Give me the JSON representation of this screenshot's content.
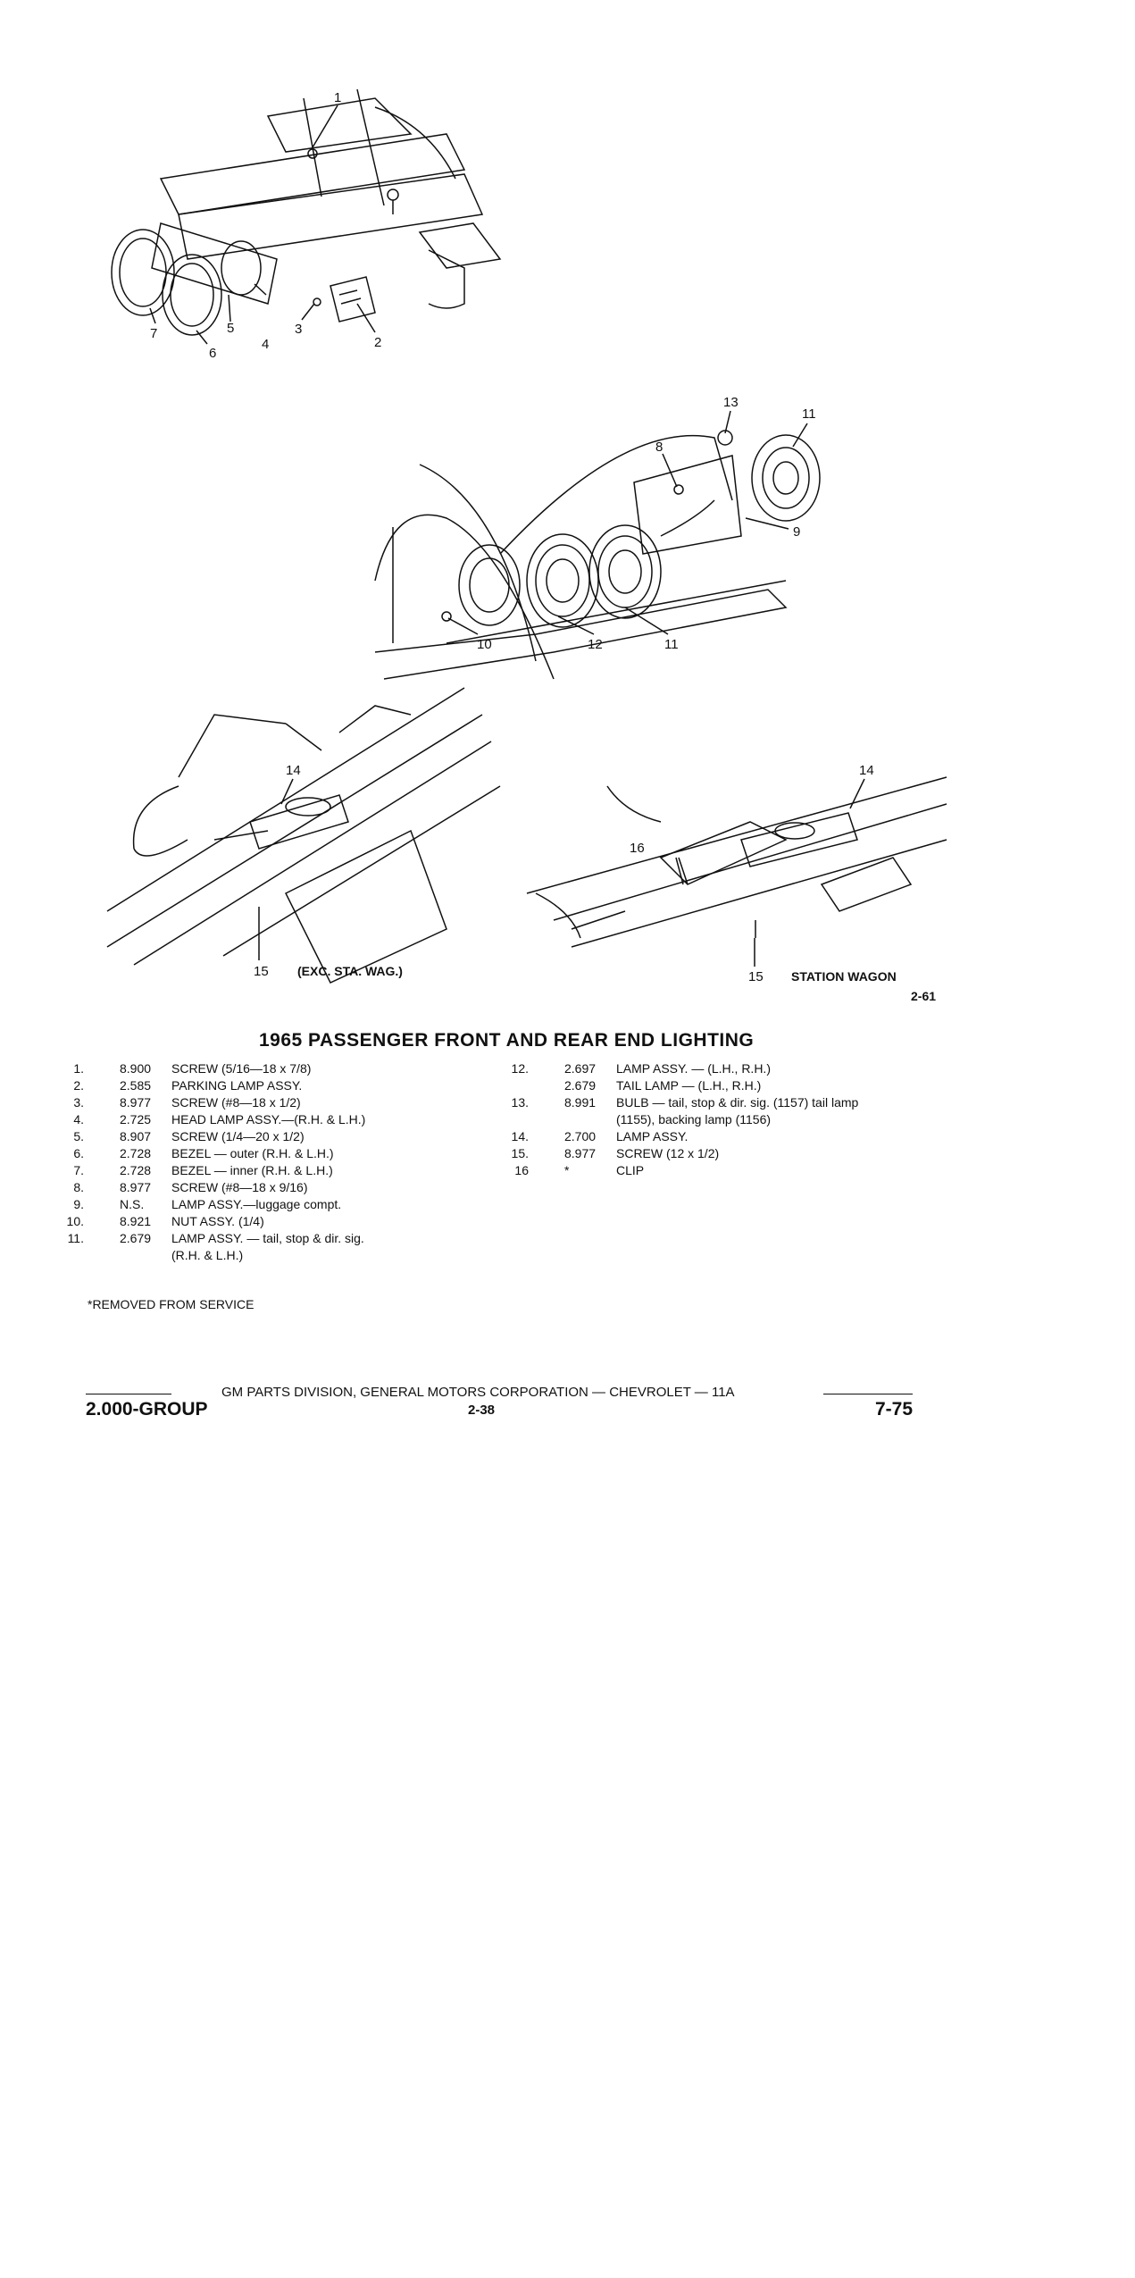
{
  "diagram": {
    "callouts_front": [
      "1",
      "2",
      "3",
      "4",
      "5",
      "6",
      "7"
    ],
    "callouts_rear": [
      "13",
      "11",
      "8",
      "9",
      "10",
      "12",
      "11"
    ],
    "callouts_lower": [
      "14",
      "15",
      "14",
      "16",
      "15"
    ],
    "caption_left": "(EXC. STA. WAG.)",
    "caption_right": "STATION WAGON",
    "figure_number": "2-61"
  },
  "title": "1965 PASSENGER FRONT AND REAR END LIGHTING",
  "parts_left": [
    {
      "no": "1.",
      "group": "8.900",
      "desc": "SCREW (5/16—18 x 7/8)"
    },
    {
      "no": "2.",
      "group": "2.585",
      "desc": "PARKING LAMP ASSY."
    },
    {
      "no": "3.",
      "group": "8.977",
      "desc": "SCREW (#8—18 x 1/2)"
    },
    {
      "no": "4.",
      "group": "2.725",
      "desc": "HEAD LAMP ASSY.—(R.H. & L.H.)"
    },
    {
      "no": "5.",
      "group": "8.907",
      "desc": "SCREW (1/4—20 x 1/2)"
    },
    {
      "no": "6.",
      "group": "2.728",
      "desc": "BEZEL — outer (R.H. & L.H.)"
    },
    {
      "no": "7.",
      "group": "2.728",
      "desc": "BEZEL — inner (R.H. & L.H.)"
    },
    {
      "no": "8.",
      "group": "8.977",
      "desc": "SCREW (#8—18 x 9/16)"
    },
    {
      "no": "9.",
      "group": "N.S.",
      "desc": "LAMP ASSY.—luggage compt."
    },
    {
      "no": "10.",
      "group": "8.921",
      "desc": "NUT ASSY. (1/4)"
    },
    {
      "no": "11.",
      "group": "2.679",
      "desc": "LAMP ASSY. — tail, stop & dir. sig."
    },
    {
      "no": "",
      "group": "",
      "desc": "(R.H. & L.H.)"
    }
  ],
  "parts_right": [
    {
      "no": "12.",
      "group": "2.697",
      "desc": "LAMP ASSY. — (L.H., R.H.)"
    },
    {
      "no": "",
      "group": "2.679",
      "desc": "TAIL LAMP — (L.H., R.H.)"
    },
    {
      "no": "13.",
      "group": "8.991",
      "desc": "BULB — tail, stop & dir. sig. (1157) tail lamp"
    },
    {
      "no": "",
      "group": "",
      "desc": "(1155), backing lamp (1156)"
    },
    {
      "no": "14.",
      "group": "2.700",
      "desc": "LAMP ASSY."
    },
    {
      "no": "15.",
      "group": "8.977",
      "desc": "SCREW (12 x 1/2)"
    },
    {
      "no": "16",
      "group": "*",
      "desc": "CLIP"
    }
  ],
  "footnote": "*REMOVED FROM SERVICE",
  "footer": {
    "line": "GM PARTS DIVISION, GENERAL MOTORS CORPORATION — CHEVROLET — 11A",
    "group": "2.000-GROUP",
    "page": "2-38",
    "date": "7-75"
  }
}
